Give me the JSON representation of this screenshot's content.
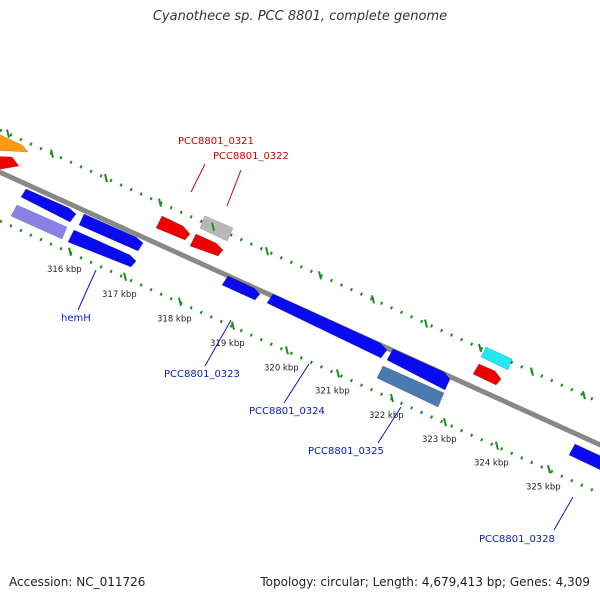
{
  "title": "Cyanothece sp. PCC 8801, complete genome",
  "colors": {
    "backbone": "#888888",
    "tick": "#1a8c1a",
    "kbp_label": "#222222",
    "forward_gene": "#0a0af0",
    "reverse_gene": "#ee0000",
    "gray_gene": "#b8b8b8",
    "cyan_gene": "#22e8f0",
    "steel_gene": "#4a7ab0",
    "lavender_gene": "#8a80e6",
    "orange_gene": "#ff9a10",
    "top_gene_label": "#cc0000",
    "bottom_gene_label": "#0a1ab8"
  },
  "kbp_ticks": [
    "316 kbp",
    "317 kbp",
    "318 kbp",
    "319 kbp",
    "320 kbp",
    "321 kbp",
    "322 kbp",
    "323 kbp",
    "324 kbp",
    "325 kbp"
  ],
  "top_gene_labels": [
    "PCC8801_0321",
    "PCC8801_0322"
  ],
  "bottom_gene_labels": [
    "hemH",
    "PCC8801_0323",
    "PCC8801_0324",
    "PCC8801_0325",
    "PCC8801_0328"
  ],
  "footer": {
    "accession": "Accession: NC_011726",
    "summary": "Topology: circular; Length: 4,679,413 bp; Genes: 4,309"
  }
}
